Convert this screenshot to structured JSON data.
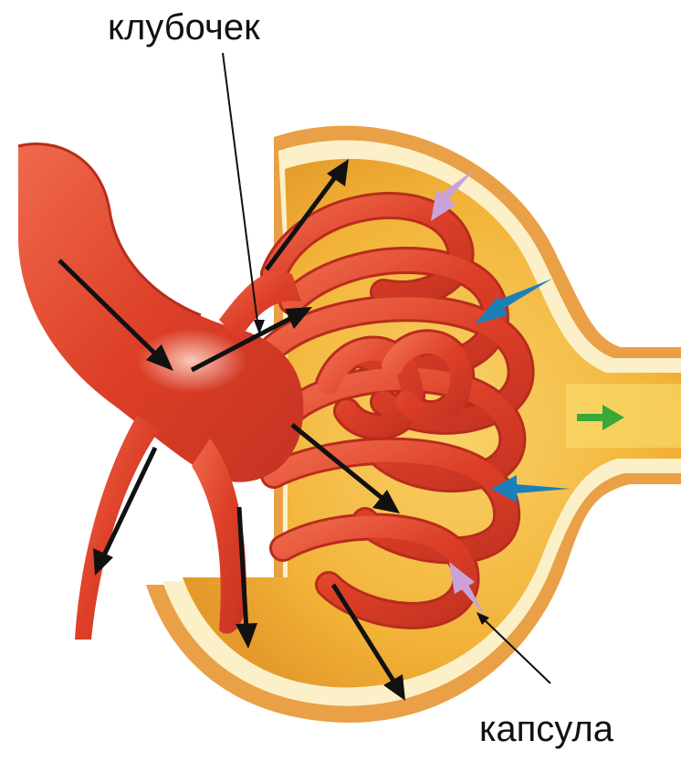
{
  "labels": {
    "glomerulus": "клубочек",
    "capsule": "капсула"
  },
  "colors": {
    "capsule_outer": "#e9a046",
    "capsule_wall": "#fbf0c8",
    "capsule_space": "#f4b93c",
    "vessel": "#e0432b",
    "vessel_dark": "#b72c1c",
    "arrow_black": "#111111",
    "arrow_blue": "#1d7fb8",
    "arrow_lilac": "#c9a3d8",
    "arrow_green": "#3aa835"
  },
  "icons": [
    "arrow-black",
    "arrow-blue",
    "arrow-lilac",
    "arrow-green"
  ]
}
